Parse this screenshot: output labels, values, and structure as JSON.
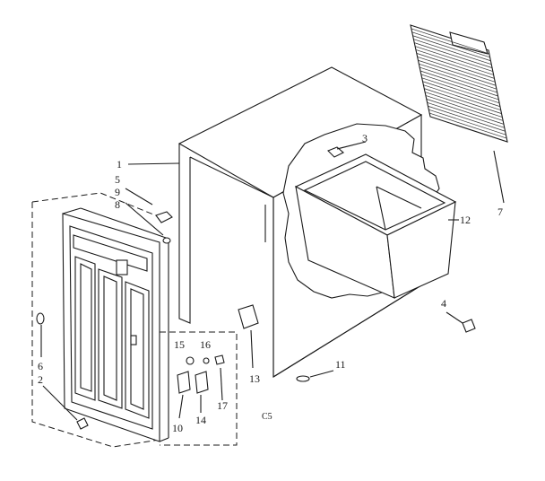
{
  "diagram": {
    "callouts": [
      {
        "id": "c1",
        "text": "1"
      },
      {
        "id": "c2",
        "text": "2"
      },
      {
        "id": "c3",
        "text": "3"
      },
      {
        "id": "c4",
        "text": "4"
      },
      {
        "id": "c5",
        "text": "5"
      },
      {
        "id": "c6",
        "text": "6"
      },
      {
        "id": "c7",
        "text": "7"
      },
      {
        "id": "c8",
        "text": "8"
      },
      {
        "id": "c9",
        "text": "9"
      },
      {
        "id": "c10",
        "text": "10"
      },
      {
        "id": "c11",
        "text": "11"
      },
      {
        "id": "c12",
        "text": "12"
      },
      {
        "id": "c13",
        "text": "13"
      },
      {
        "id": "c14",
        "text": "14"
      },
      {
        "id": "c15",
        "text": "15"
      },
      {
        "id": "c16",
        "text": "16"
      },
      {
        "id": "c17",
        "text": "17"
      }
    ],
    "code": "C5"
  }
}
